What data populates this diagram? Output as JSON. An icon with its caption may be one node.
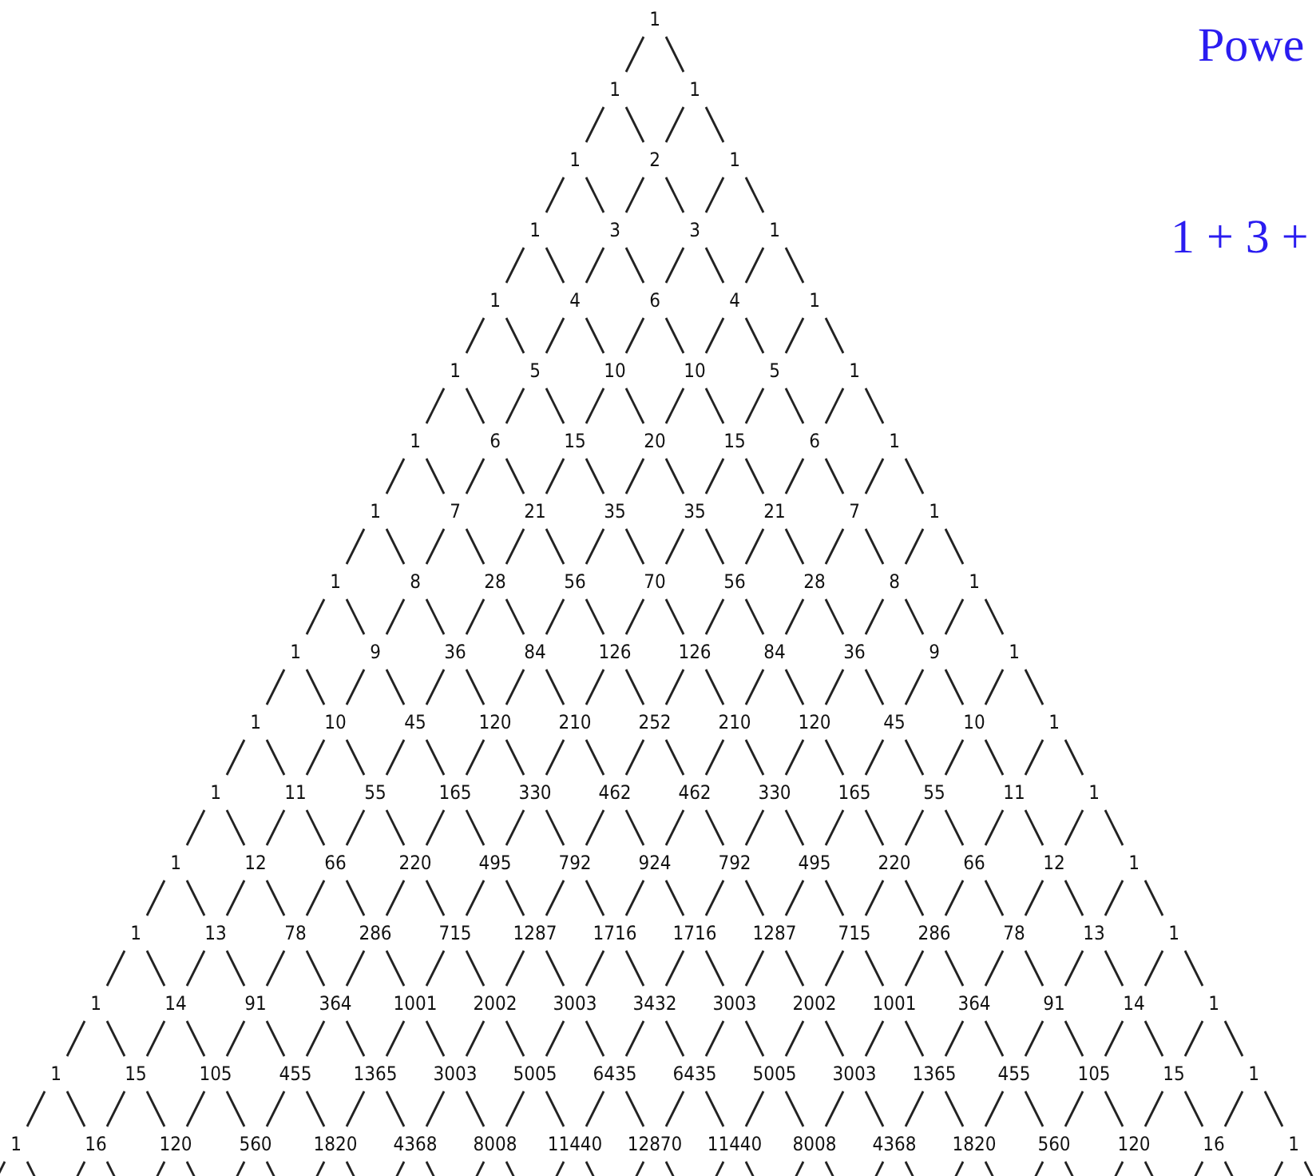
{
  "diagram": {
    "labels": [
      "1",
      "1",
      "1",
      "1",
      "2",
      "1",
      "1",
      "3",
      "3",
      "1",
      "1",
      "4",
      "6",
      "4",
      "1",
      "1",
      "5",
      "10",
      "10",
      "5",
      "1",
      "1",
      "6",
      "15",
      "20",
      "15",
      "6",
      "1",
      "1",
      "7",
      "21",
      "35",
      "35",
      "21",
      "7",
      "1",
      "1",
      "8",
      "28",
      "56",
      "70",
      "56",
      "28",
      "8",
      "1",
      "1",
      "9",
      "36",
      "84",
      "126",
      "126",
      "84",
      "36",
      "9",
      "1",
      "1",
      "10",
      "45",
      "120",
      "210",
      "252",
      "210",
      "120",
      "45",
      "10",
      "1",
      "1",
      "11",
      "55",
      "165",
      "330",
      "462",
      "462",
      "330",
      "165",
      "55",
      "11",
      "1",
      "1",
      "12",
      "66",
      "220",
      "495",
      "792",
      "924",
      "792",
      "495",
      "220",
      "66",
      "12",
      "1",
      "1",
      "13",
      "78",
      "286",
      "715",
      "1287",
      "1716",
      "1716",
      "1287",
      "715",
      "286",
      "78",
      "13",
      "1",
      "1",
      "14",
      "91",
      "364",
      "1001",
      "2002",
      "3003",
      "3432",
      "3003",
      "2002",
      "1001",
      "364",
      "91",
      "14",
      "1",
      "1",
      "15",
      "105",
      "455",
      "1365",
      "3003",
      "5005",
      "6435",
      "6435",
      "5005",
      "3003",
      "1365",
      "455",
      "105",
      "15",
      "1",
      "1",
      "16",
      "120",
      "560",
      "1820",
      "4368",
      "8008",
      "11440",
      "12870",
      "11440",
      "8008",
      "4368",
      "1820",
      "560",
      "120",
      "16",
      "1",
      "Powe",
      "1 + 3 +"
    ]
  }
}
